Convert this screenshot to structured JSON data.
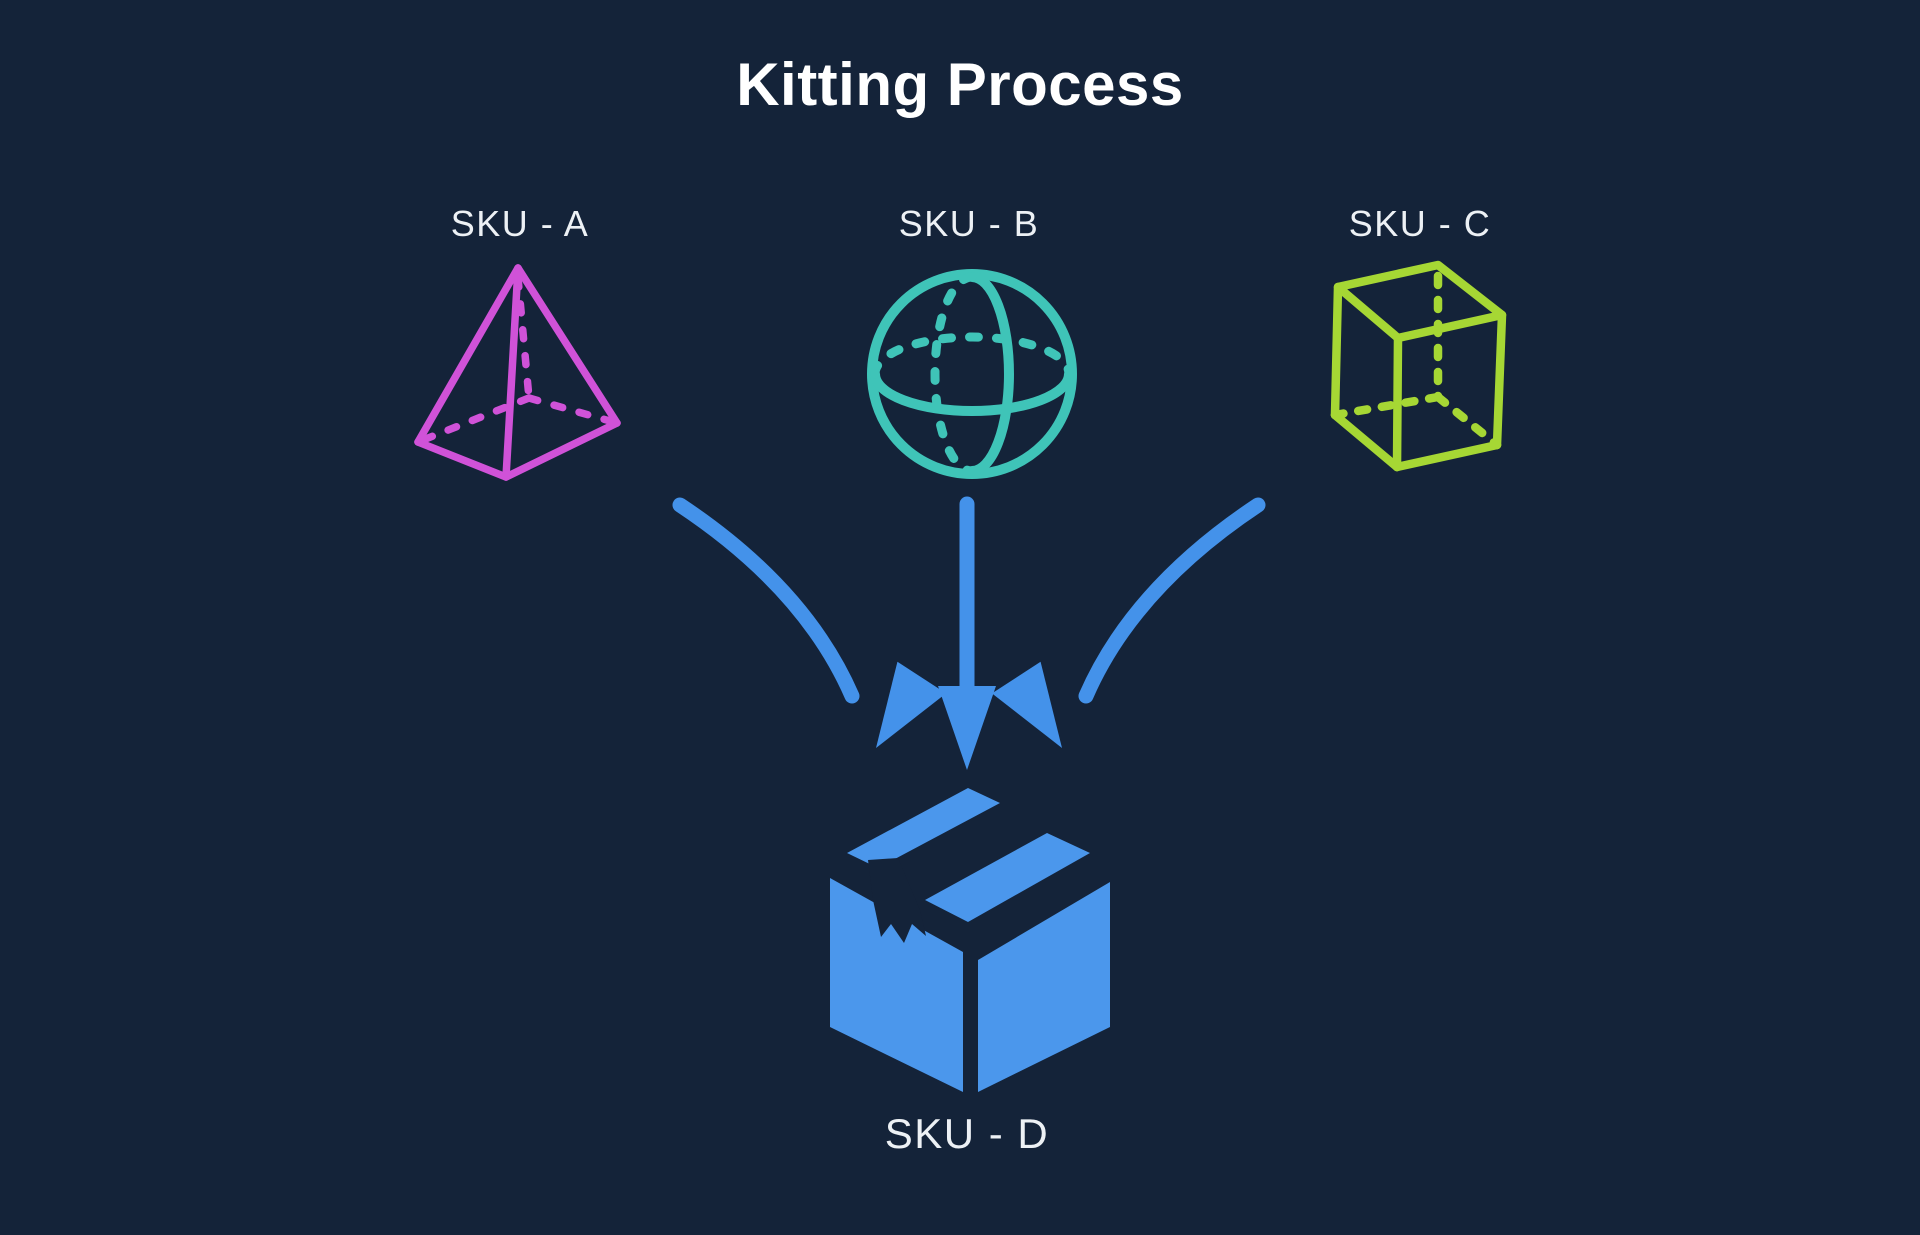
{
  "title": "Kitting Process",
  "colors": {
    "background": "#142339",
    "title_text": "#ffffff",
    "label_text": "#edf1f5",
    "pyramid": "#d052d8",
    "sphere": "#3fc4b8",
    "cube": "#a6d734",
    "arrow": "#4492ea",
    "box": "#4b97ec"
  },
  "inputs": [
    {
      "label": "SKU - A",
      "shape": "pyramid"
    },
    {
      "label": "SKU - B",
      "shape": "sphere"
    },
    {
      "label": "SKU - C",
      "shape": "cube"
    }
  ],
  "output": {
    "label": "SKU - D",
    "shape": "box"
  },
  "arrow_icons": [
    "curved-down-right-arrow",
    "straight-down-arrow",
    "curved-down-left-arrow"
  ]
}
